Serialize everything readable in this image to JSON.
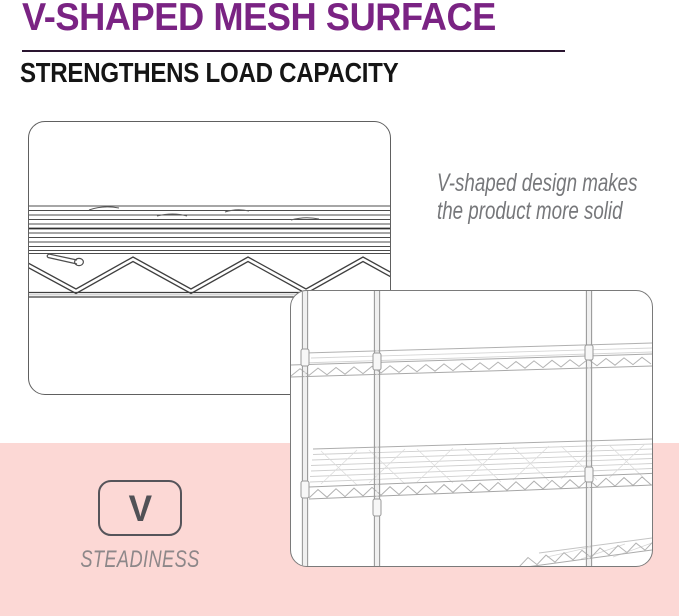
{
  "header": {
    "title": "V-SHAPED MESH SURFACE",
    "subtitle": "STRENGTHENS LOAD CAPACITY",
    "title_color": "#7A2383",
    "subtitle_color": "#151515",
    "divider_color": "#2A1530"
  },
  "caption": {
    "line1": "V-shaped design makes",
    "line2": "the product more solid",
    "text_color": "#76777A"
  },
  "feature": {
    "badge_letter": "V",
    "label": "STEADINESS",
    "badge_border_color": "#55545A",
    "badge_letter_color": "#515156",
    "label_color": "#8D8789"
  },
  "background": {
    "page": "#FFFFFF",
    "pink_band": "#FCD8D5"
  },
  "illustrations": {
    "mesh_closeup": "close-up line art of V-shaped wire mesh shelf edge",
    "shelf_unit": "line art of multi-tier wire shelving unit"
  }
}
